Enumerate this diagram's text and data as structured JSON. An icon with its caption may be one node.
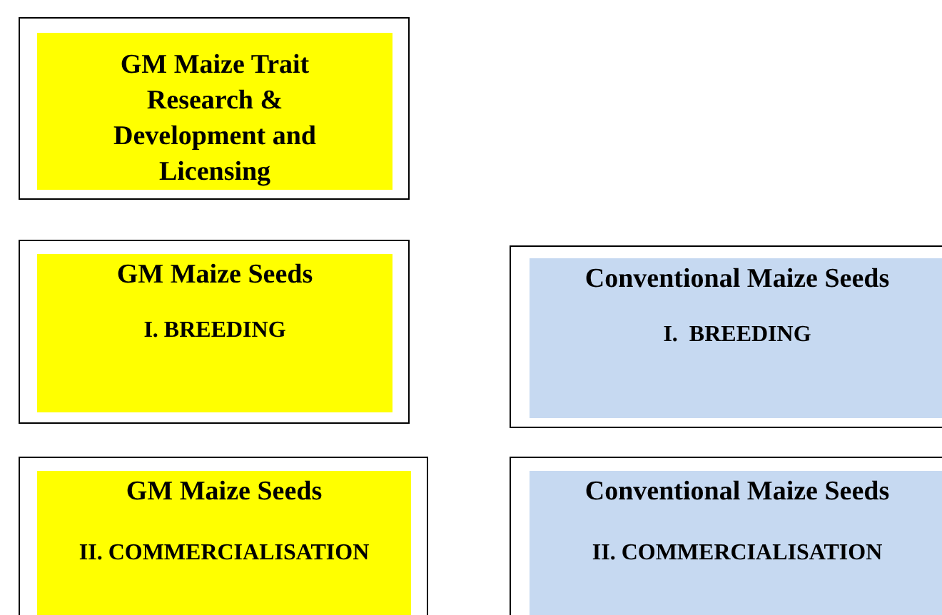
{
  "diagram": {
    "nodes": [
      {
        "text": [],
        "shape": "box"
      },
      {
        "text": [
          "GM Maize Trait Research & Development and Licensing"
        ],
        "in": 0
      },
      {
        "text": [],
        "shape": "box"
      },
      {
        "text": [
          "GM Maize Seeds",
          "I. BREEDING"
        ],
        "in": 2
      },
      {
        "text": [],
        "shape": "box"
      },
      {
        "text": [
          "Conventional Maize Seeds",
          "I.  BREEDING"
        ],
        "in": 4
      },
      {
        "text": [],
        "shape": "box"
      },
      {
        "text": [
          "GM Maize Seeds",
          "II. COMMERCIALISATION"
        ],
        "in": 6
      },
      {
        "text": [],
        "shape": "box"
      },
      {
        "text": [
          "Conventional Maize Seeds",
          "II. COMMERCIALISATION"
        ],
        "in": 8
      }
    ]
  }
}
